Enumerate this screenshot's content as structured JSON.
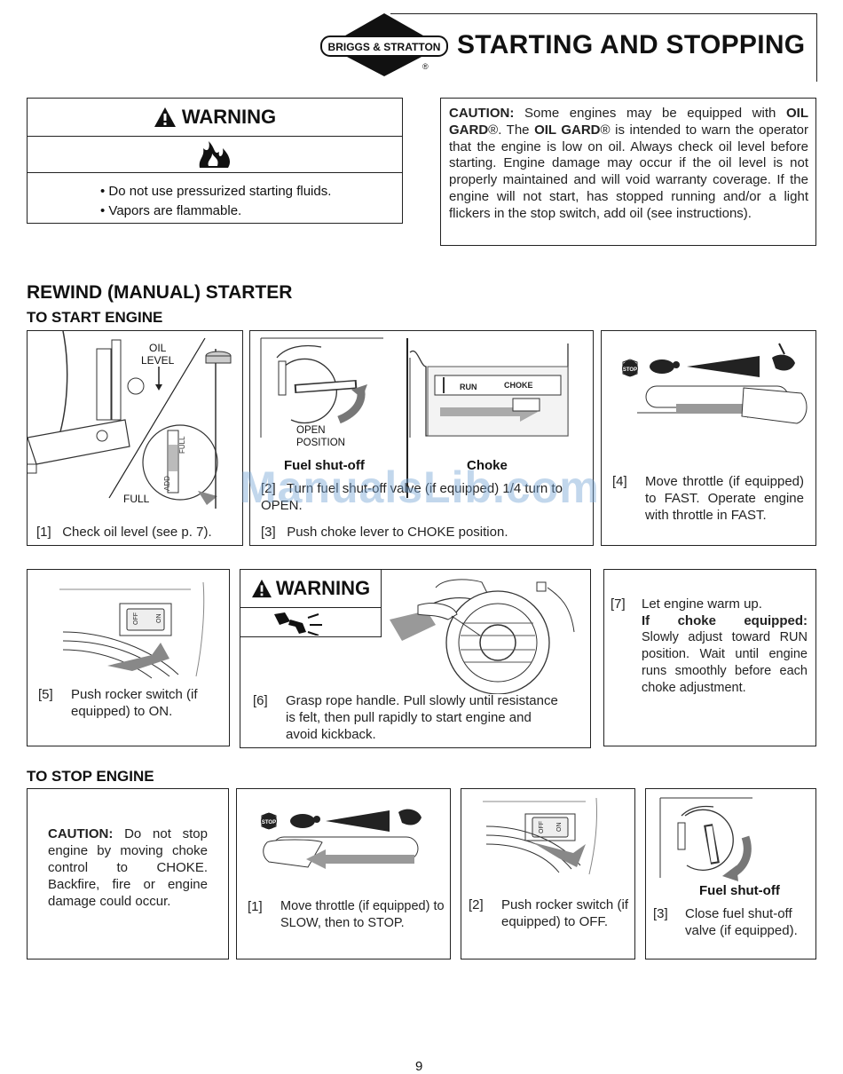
{
  "header": {
    "logo_text": "BRIGGS & STRATTON",
    "registered": "®",
    "title": "STARTING AND STOPPING"
  },
  "warning_box": {
    "title": "WARNING",
    "items": [
      "Do not use pressurized starting fluids.",
      "Vapors are flammable."
    ]
  },
  "caution_box": {
    "text": "CAUTION: Some engines may be equipped with OIL GARD®. The OIL GARD® is intended to warn the operator that the engine is low on oil. Always check oil level before starting. Engine damage may occur if the oil level is not properly maintained and will void warranty coverage. If the engine will not start, has stopped running and/or a light flickers in the stop switch, add oil (see instructions)."
  },
  "rewind": {
    "heading": "REWIND (MANUAL) STARTER",
    "subheading": "TO START ENGINE",
    "step1": {
      "num": "[1]",
      "text": "Check oil level (see p. 7).",
      "oil_level": "OIL\nLEVEL",
      "full": "FULL",
      "add": "ADD",
      "full2": "FULL"
    },
    "step2": {
      "open_position": "OPEN\nPOSITION",
      "fuel_shutoff": "Fuel shut-off",
      "choke": "Choke",
      "run": "RUN",
      "choke_label": "CHOKE",
      "num": "[2]",
      "text": "Turn fuel shut-off valve (if equipped) 1/4 turn to OPEN."
    },
    "step3": {
      "num": "[3]",
      "text": "Push choke lever to CHOKE position."
    },
    "step4": {
      "num": "[4]",
      "text": "Move throttle (if equipped) to FAST. Operate engine with throttle in FAST.",
      "stop": "STOP"
    },
    "step5": {
      "num": "[5]",
      "text": "Push rocker switch (if equipped) to ON.",
      "off": "OFF",
      "on": "ON"
    },
    "step6": {
      "warning": "WARNING",
      "num": "[6]",
      "text": "Grasp rope handle. Pull slowly until resistance is felt, then pull rapidly to start engine and avoid kickback."
    },
    "step7": {
      "num": "[7]",
      "text1": "Let engine warm up.",
      "bold": "If choke equipped:",
      "text2": "Slowly adjust toward RUN position. Wait until engine runs smoothly before each choke adjustment."
    }
  },
  "stop": {
    "heading": "TO STOP ENGINE",
    "caution_label": "CAUTION:",
    "caution_text": "Do not stop engine by moving choke control to CHOKE. Backfire, fire or engine damage could occur.",
    "step1": {
      "num": "[1]",
      "text": "Move throttle (if equipped) to SLOW, then to STOP.",
      "stop": "STOP"
    },
    "step2": {
      "num": "[2]",
      "text": "Push rocker switch (if equipped) to OFF.",
      "off": "OFF",
      "on": "ON"
    },
    "step3": {
      "label": "Fuel shut-off",
      "num": "[3]",
      "text": "Close fuel shut-off valve (if equipped)."
    }
  },
  "watermark": "ManualsLib.com",
  "page_number": "9"
}
